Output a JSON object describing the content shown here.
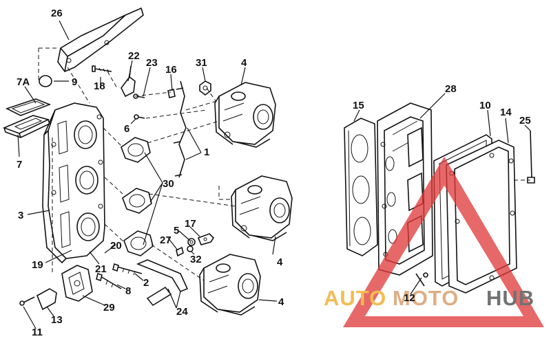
{
  "diagram": {
    "part_labels": [
      "26",
      "22",
      "23",
      "16",
      "31",
      "4",
      "9",
      "18",
      "7A",
      "6",
      "28",
      "15",
      "10",
      "14",
      "25",
      "7",
      "1",
      "30",
      "3",
      "5",
      "17",
      "27",
      "20",
      "32",
      "4",
      "19",
      "21",
      "2",
      "8",
      "29",
      "4",
      "12",
      "24",
      "13",
      "11"
    ]
  },
  "watermark": {
    "word_1": "AUTO",
    "word_2": "MOTO",
    "word_3": "HUB",
    "colors": {
      "auto": "#f2b134",
      "moto": "#d9a070",
      "hub": "#5a5a5a",
      "triangle": "#e03a3a"
    }
  }
}
